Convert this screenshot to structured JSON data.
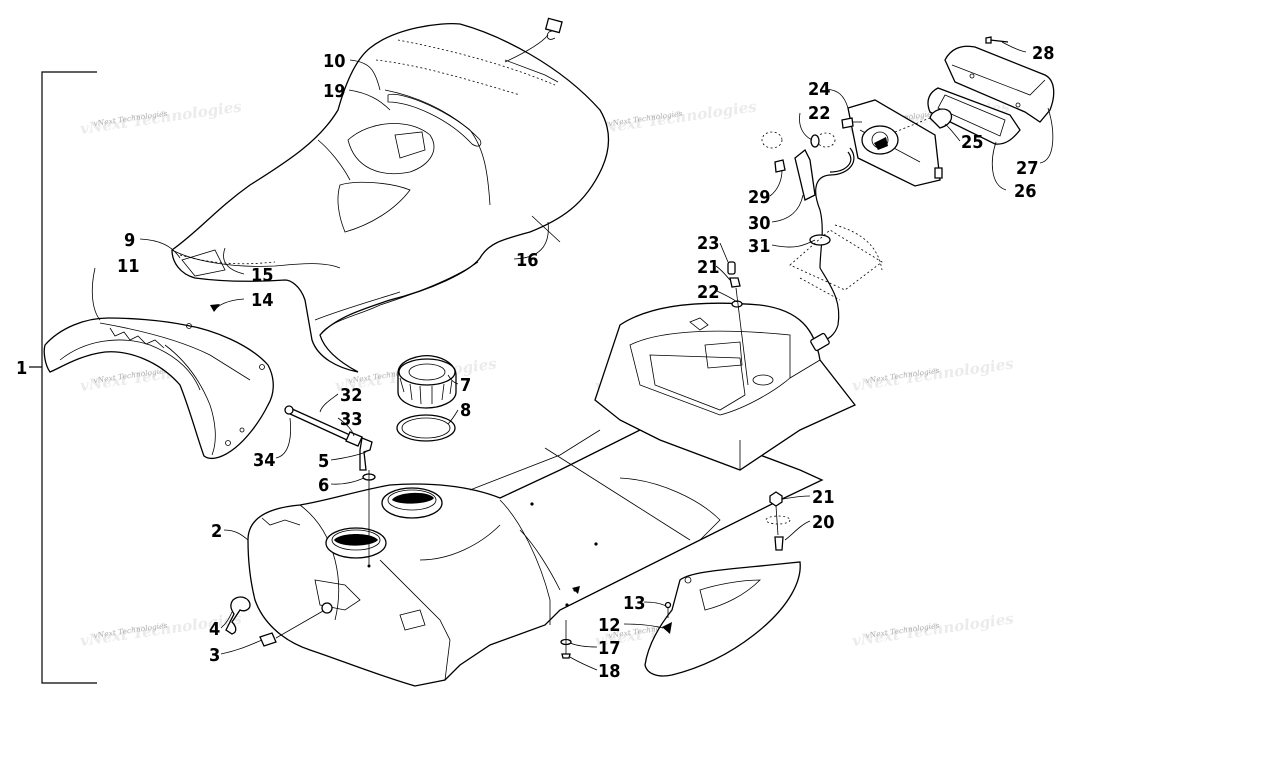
{
  "watermark": "vNext Technologies",
  "assembly_label": "1",
  "callouts": [
    {
      "id": "10",
      "label": "10"
    },
    {
      "id": "19",
      "label": "19"
    },
    {
      "id": "9",
      "label": "9"
    },
    {
      "id": "11",
      "label": "11"
    },
    {
      "id": "15",
      "label": "15"
    },
    {
      "id": "14",
      "label": "14"
    },
    {
      "id": "16",
      "label": "16"
    },
    {
      "id": "32",
      "label": "32"
    },
    {
      "id": "33",
      "label": "33"
    },
    {
      "id": "34",
      "label": "34"
    },
    {
      "id": "5",
      "label": "5"
    },
    {
      "id": "6",
      "label": "6"
    },
    {
      "id": "7",
      "label": "7"
    },
    {
      "id": "8",
      "label": "8"
    },
    {
      "id": "2",
      "label": "2"
    },
    {
      "id": "4",
      "label": "4"
    },
    {
      "id": "3",
      "label": "3"
    },
    {
      "id": "23",
      "label": "23"
    },
    {
      "id": "21a",
      "label": "21"
    },
    {
      "id": "22a",
      "label": "22"
    },
    {
      "id": "24",
      "label": "24"
    },
    {
      "id": "22b",
      "label": "22"
    },
    {
      "id": "28",
      "label": "28"
    },
    {
      "id": "25",
      "label": "25"
    },
    {
      "id": "27",
      "label": "27"
    },
    {
      "id": "26",
      "label": "26"
    },
    {
      "id": "29",
      "label": "29"
    },
    {
      "id": "30",
      "label": "30"
    },
    {
      "id": "31",
      "label": "31"
    },
    {
      "id": "21b",
      "label": "21"
    },
    {
      "id": "20",
      "label": "20"
    },
    {
      "id": "13",
      "label": "13"
    },
    {
      "id": "12",
      "label": "12"
    },
    {
      "id": "17",
      "label": "17"
    },
    {
      "id": "18",
      "label": "18"
    }
  ]
}
